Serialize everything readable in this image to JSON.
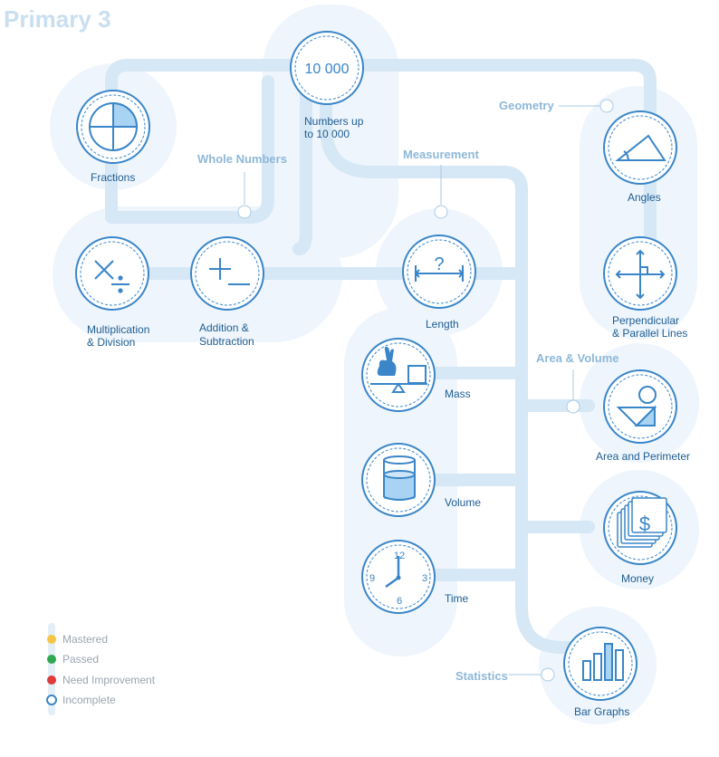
{
  "title": "Primary 3",
  "categories": {
    "whole_numbers": "Whole Numbers",
    "measurement": "Measurement",
    "geometry": "Geometry",
    "area_volume": "Area & Volume",
    "statistics": "Statistics"
  },
  "topics": {
    "fractions": "Fractions",
    "numbers": [
      "Numbers up",
      "to 10 000"
    ],
    "numbers_icon_text": "10 000",
    "multiplication": [
      "Multiplication",
      "& Division"
    ],
    "addition": [
      "Addition &",
      "Subtraction"
    ],
    "length": "Length",
    "length_icon_text": "?",
    "mass": "Mass",
    "volume": "Volume",
    "time": "Time",
    "angles": "Angles",
    "perpendicular": [
      "Perpendicular",
      "& Parallel Lines"
    ],
    "area_perimeter": "Area and Perimeter",
    "money": "Money",
    "money_icon_text": "$",
    "bar_graphs": "Bar Graphs"
  },
  "clock_numbers": [
    "12",
    "3",
    "6",
    "9"
  ],
  "legend": [
    {
      "label": "Mastered",
      "color": "#f5c542",
      "icon": "star-dot-icon"
    },
    {
      "label": "Passed",
      "color": "#2fa84f",
      "icon": "green-dot-icon"
    },
    {
      "label": "Need Improvement",
      "color": "#e03a3a",
      "icon": "red-dot-icon"
    },
    {
      "label": "Incomplete",
      "color": "#ffffff",
      "icon": "hollow-dot-icon"
    }
  ],
  "colors": {
    "accent": "#3a86c8",
    "track": "#d6e7f5",
    "halo": "#eaf3fb",
    "label": "#1f5d92",
    "category": "#8eb8d9"
  }
}
